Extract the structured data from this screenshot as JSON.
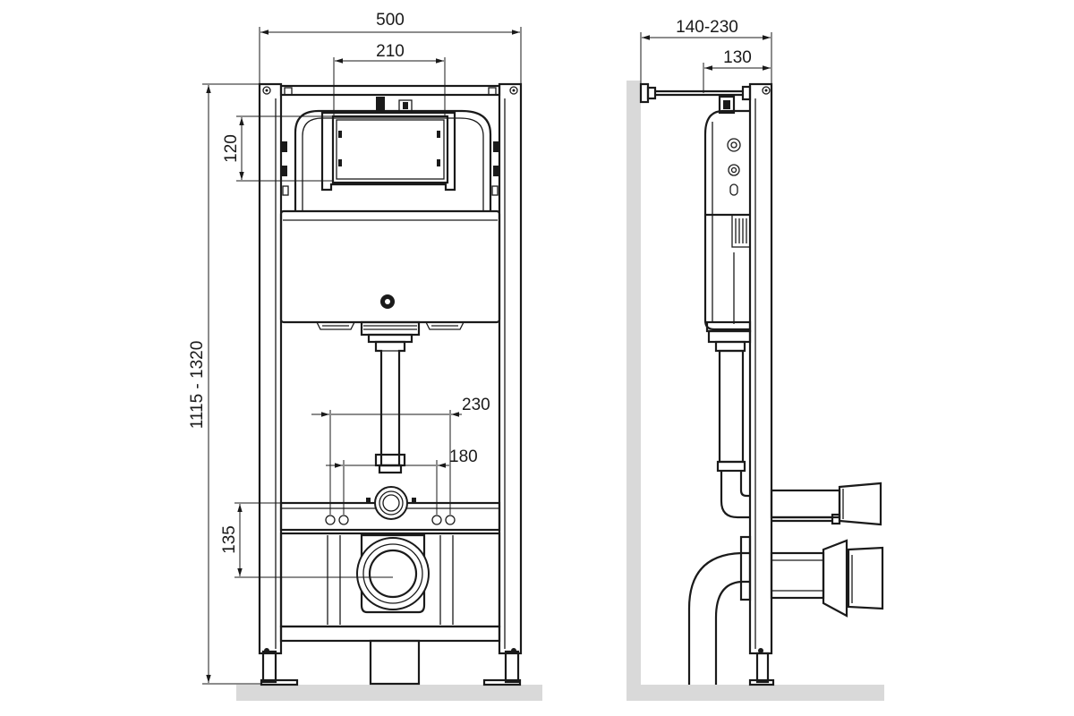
{
  "dimensions": {
    "front_width": "500",
    "flush_plate_width": "210",
    "flush_plate_height": "120",
    "frame_height": "1115 - 1320",
    "bolt_spacing_outer": "230",
    "bolt_spacing_inner": "180",
    "drain_height": "135",
    "side_depth_range": "140-230",
    "side_depth": "130"
  },
  "colors": {
    "line": "#1a1a1a",
    "floor": "#d9d9d9",
    "background": "#ffffff"
  }
}
